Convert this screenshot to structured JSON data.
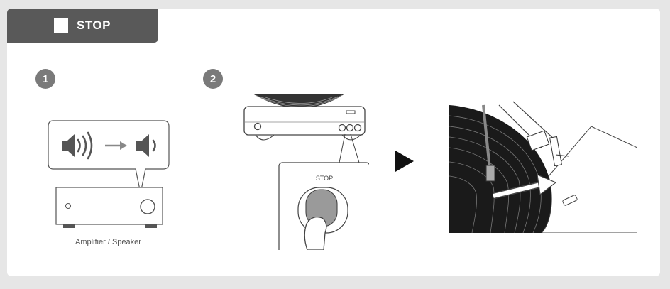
{
  "header": {
    "title": "STOP"
  },
  "steps": [
    {
      "number": "1"
    },
    {
      "number": "2"
    }
  ],
  "step1": {
    "caption": "Amplifier / Speaker"
  },
  "step2": {
    "button_label": "STOP"
  }
}
